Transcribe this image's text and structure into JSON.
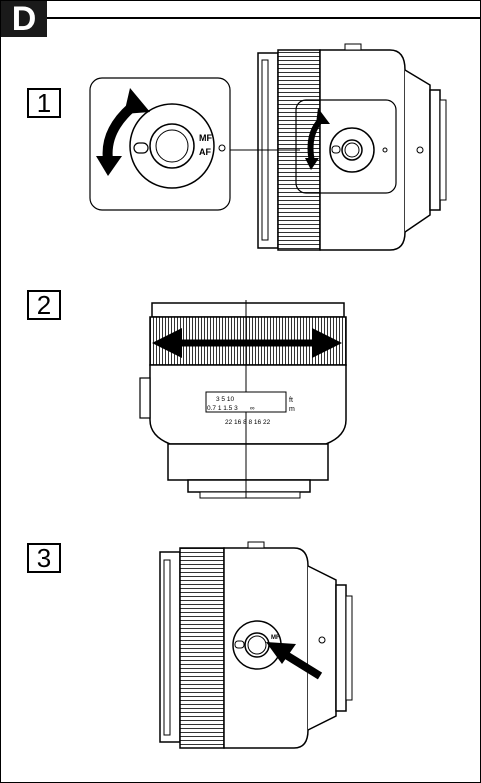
{
  "section": {
    "label": "D"
  },
  "steps": [
    {
      "number": "1"
    },
    {
      "number": "2"
    },
    {
      "number": "3"
    }
  ],
  "switch": {
    "mf": "MF",
    "af": "AF"
  },
  "distance_scale": {
    "ft_values": "3   5   10",
    "m_values": "0.7  1  1.5   3",
    "infinity": "∞",
    "ft_unit": "ft",
    "m_unit": "m",
    "dof_scale": "22 16  8   8 16 22"
  }
}
